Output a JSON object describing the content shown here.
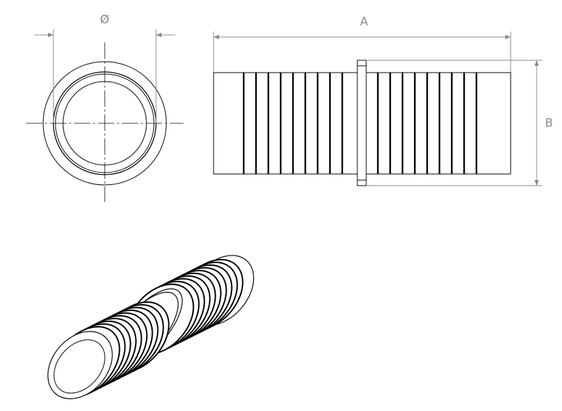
{
  "labels": {
    "diameter": "Ø",
    "length": "A",
    "height": "B"
  },
  "colors": {
    "outline": "#000000",
    "dimension": "#8a8a8a",
    "background": "#ffffff"
  }
}
